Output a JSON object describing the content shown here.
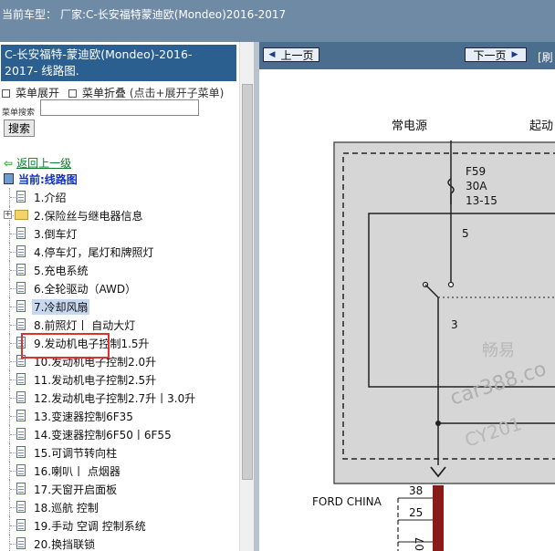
{
  "header": {
    "label": "当前车型：",
    "value": "厂家:C-长安福特蒙迪欧(Mondeo)2016-2017"
  },
  "sidebar": {
    "title_line1": "C-长安福特-蒙迪欧(Mondeo)-2016-",
    "title_line2": "2017- 线路图.",
    "menu_expand": "菜单展开",
    "menu_collapse": "菜单折叠",
    "menu_hint": "(点击+展开子菜单)",
    "search_label": "菜单搜索",
    "search_value": "",
    "search_button": "搜索",
    "back_label": "返回上一级",
    "current_label": "当前:线路图",
    "items": [
      {
        "label": "1.介绍",
        "type": "doc"
      },
      {
        "label": "2.保险丝与继电器信息",
        "type": "folder"
      },
      {
        "label": "3.倒车灯",
        "type": "doc"
      },
      {
        "label": "4.停车灯，尾灯和牌照灯",
        "type": "doc"
      },
      {
        "label": "5.充电系统",
        "type": "doc"
      },
      {
        "label": "6.全轮驱动（AWD）",
        "type": "doc"
      },
      {
        "label": "7.冷却风扇",
        "type": "doc",
        "selected": true
      },
      {
        "label": "8.前照灯丨 自动大灯",
        "type": "doc"
      },
      {
        "label": "9.发动机电子控制1.5升",
        "type": "doc"
      },
      {
        "label": "10.发动机电子控制2.0升",
        "type": "doc"
      },
      {
        "label": "11.发动机电子控制2.5升",
        "type": "doc"
      },
      {
        "label": "12.发动机电子控制2.7升丨3.0升",
        "type": "doc"
      },
      {
        "label": "13.变速器控制6F35",
        "type": "doc"
      },
      {
        "label": "14.变速器控制6F50丨6F55",
        "type": "doc"
      },
      {
        "label": "15.可调节转向柱",
        "type": "doc"
      },
      {
        "label": "16.喇叭丨 点烟器",
        "type": "doc"
      },
      {
        "label": "17.天窗开启面板",
        "type": "doc"
      },
      {
        "label": "18.巡航 控制",
        "type": "doc"
      },
      {
        "label": "19.手动 空调 控制系统",
        "type": "doc"
      },
      {
        "label": "20.换挡联锁",
        "type": "doc"
      }
    ]
  },
  "viewer": {
    "prev_button": "上一页",
    "next_button": "下一页",
    "refresh_label": "[刷",
    "diagram": {
      "label_power": "常电源",
      "label_start": "起动",
      "fuse_name": "F59",
      "fuse_rating": "30A",
      "fuse_pins": "13-15",
      "pin_5": "5",
      "pin_3": "3",
      "connector_label": "FORD CHINA",
      "pin_38": "38",
      "pin_25": "25",
      "wire_code": "07",
      "watermark_1": "畅易",
      "watermark_2": "car388.co",
      "watermark_3": "CY201"
    }
  },
  "colors": {
    "topbar": "#6f8aa5",
    "sidebar_header": "#2a5f8f",
    "nav_bar": "#4b6d8e",
    "highlight_box": "#e03030",
    "wire_red": "#8b1a1a"
  }
}
